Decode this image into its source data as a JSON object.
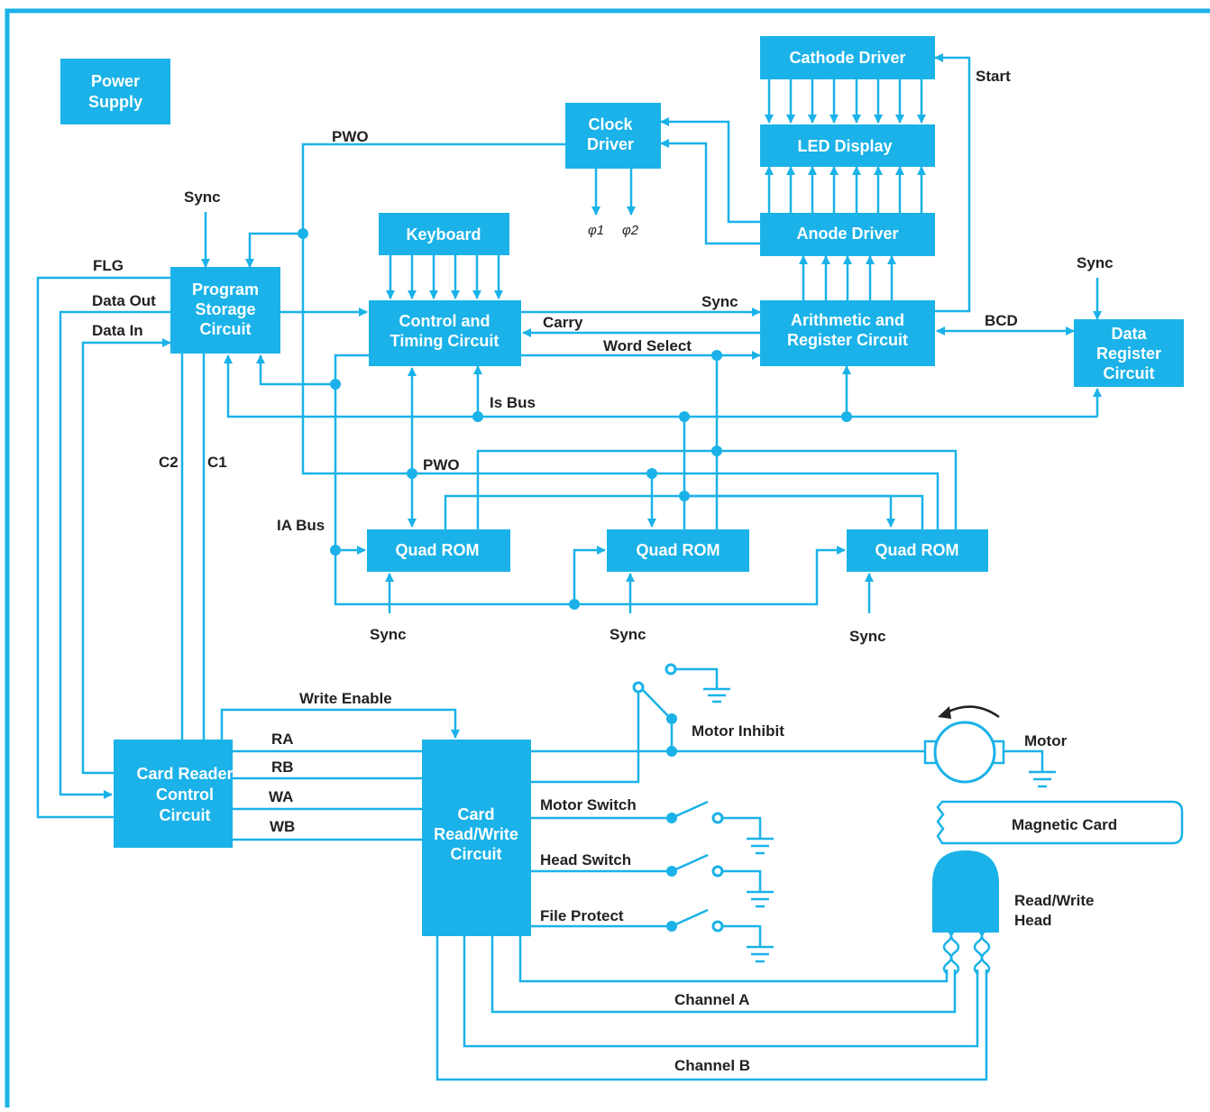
{
  "colors": {
    "accent": "#1ab2e8",
    "background": "#ffffff",
    "label": "#222222",
    "block_text": "#ffffff"
  },
  "blocks": {
    "power_supply": [
      "Power",
      "Supply"
    ],
    "cathode_driver": [
      "Cathode  Driver"
    ],
    "led_display": [
      "LED  Display"
    ],
    "anode_driver": [
      "Anode  Driver"
    ],
    "clock_driver": [
      "Clock",
      "Driver"
    ],
    "keyboard": [
      "Keyboard"
    ],
    "program_storage": [
      "Program",
      "Storage",
      "Circuit"
    ],
    "control_timing": [
      "Control and",
      "Timing Circuit"
    ],
    "arithmetic_register": [
      "Arithmetic and",
      "Register Circuit"
    ],
    "data_register": [
      "Data",
      "Register",
      "Circuit"
    ],
    "quad_rom": [
      "Quad ROM"
    ],
    "card_reader_control": [
      "Card Reader",
      "Control",
      "Circuit"
    ],
    "card_rw_circuit": [
      "Card",
      "Read/Write",
      "Circuit"
    ]
  },
  "labels": {
    "start": "Start",
    "pwo": "PWO",
    "sync": "Sync",
    "phi1": "φ1",
    "phi2": "φ2",
    "flg": "FLG",
    "data_out": "Data Out",
    "data_in": "Data In",
    "carry": "Carry",
    "word_select": "Word Select",
    "bcd": "BCD",
    "is_bus": "Is Bus",
    "ia_bus": "IA Bus",
    "c2": "C2",
    "c1": "C1",
    "write_enable": "Write Enable",
    "ra": "RA",
    "rb": "RB",
    "wa": "WA",
    "wb": "WB",
    "motor_inhibit": "Motor Inhibit",
    "motor": "Motor",
    "motor_switch": "Motor Switch",
    "head_switch": "Head Switch",
    "file_protect": "File Protect",
    "magnetic_card": "Magnetic Card",
    "rw_head": [
      "Read/Write",
      "Head"
    ],
    "channel_a": "Channel A",
    "channel_b": "Channel B"
  }
}
